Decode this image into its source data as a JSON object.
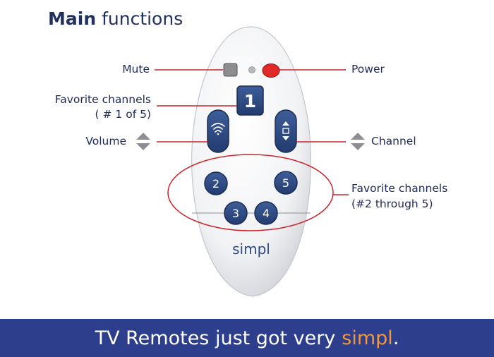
{
  "title": {
    "bold": "Main",
    "rest": "functions"
  },
  "labels": {
    "mute": "Mute",
    "power": "Power",
    "fav_single_line1": "Favorite channels",
    "fav_single_line2": "( # 1 of 5)",
    "volume": "Volume",
    "channel": "Channel",
    "fav_multi_line1": "Favorite channels",
    "fav_multi_line2": "(#2 through 5)"
  },
  "remote": {
    "brand": "simpl",
    "buttons": {
      "fav1": "1",
      "fav2": "2",
      "fav3": "3",
      "fav4": "4",
      "fav5": "5"
    },
    "icons": {
      "volume": "volume-waves-icon",
      "channel": "channel-updown-icon"
    }
  },
  "banner": {
    "text": "TV Remotes just got very",
    "brand": "simpl",
    "end": "."
  },
  "colors": {
    "navy": "#22305f",
    "button_blue": "#2f4a82",
    "callout_red": "#cc2229",
    "power_red": "#e02a2a",
    "banner_bg": "#2d3e8c",
    "brand_orange": "#f2973f"
  }
}
